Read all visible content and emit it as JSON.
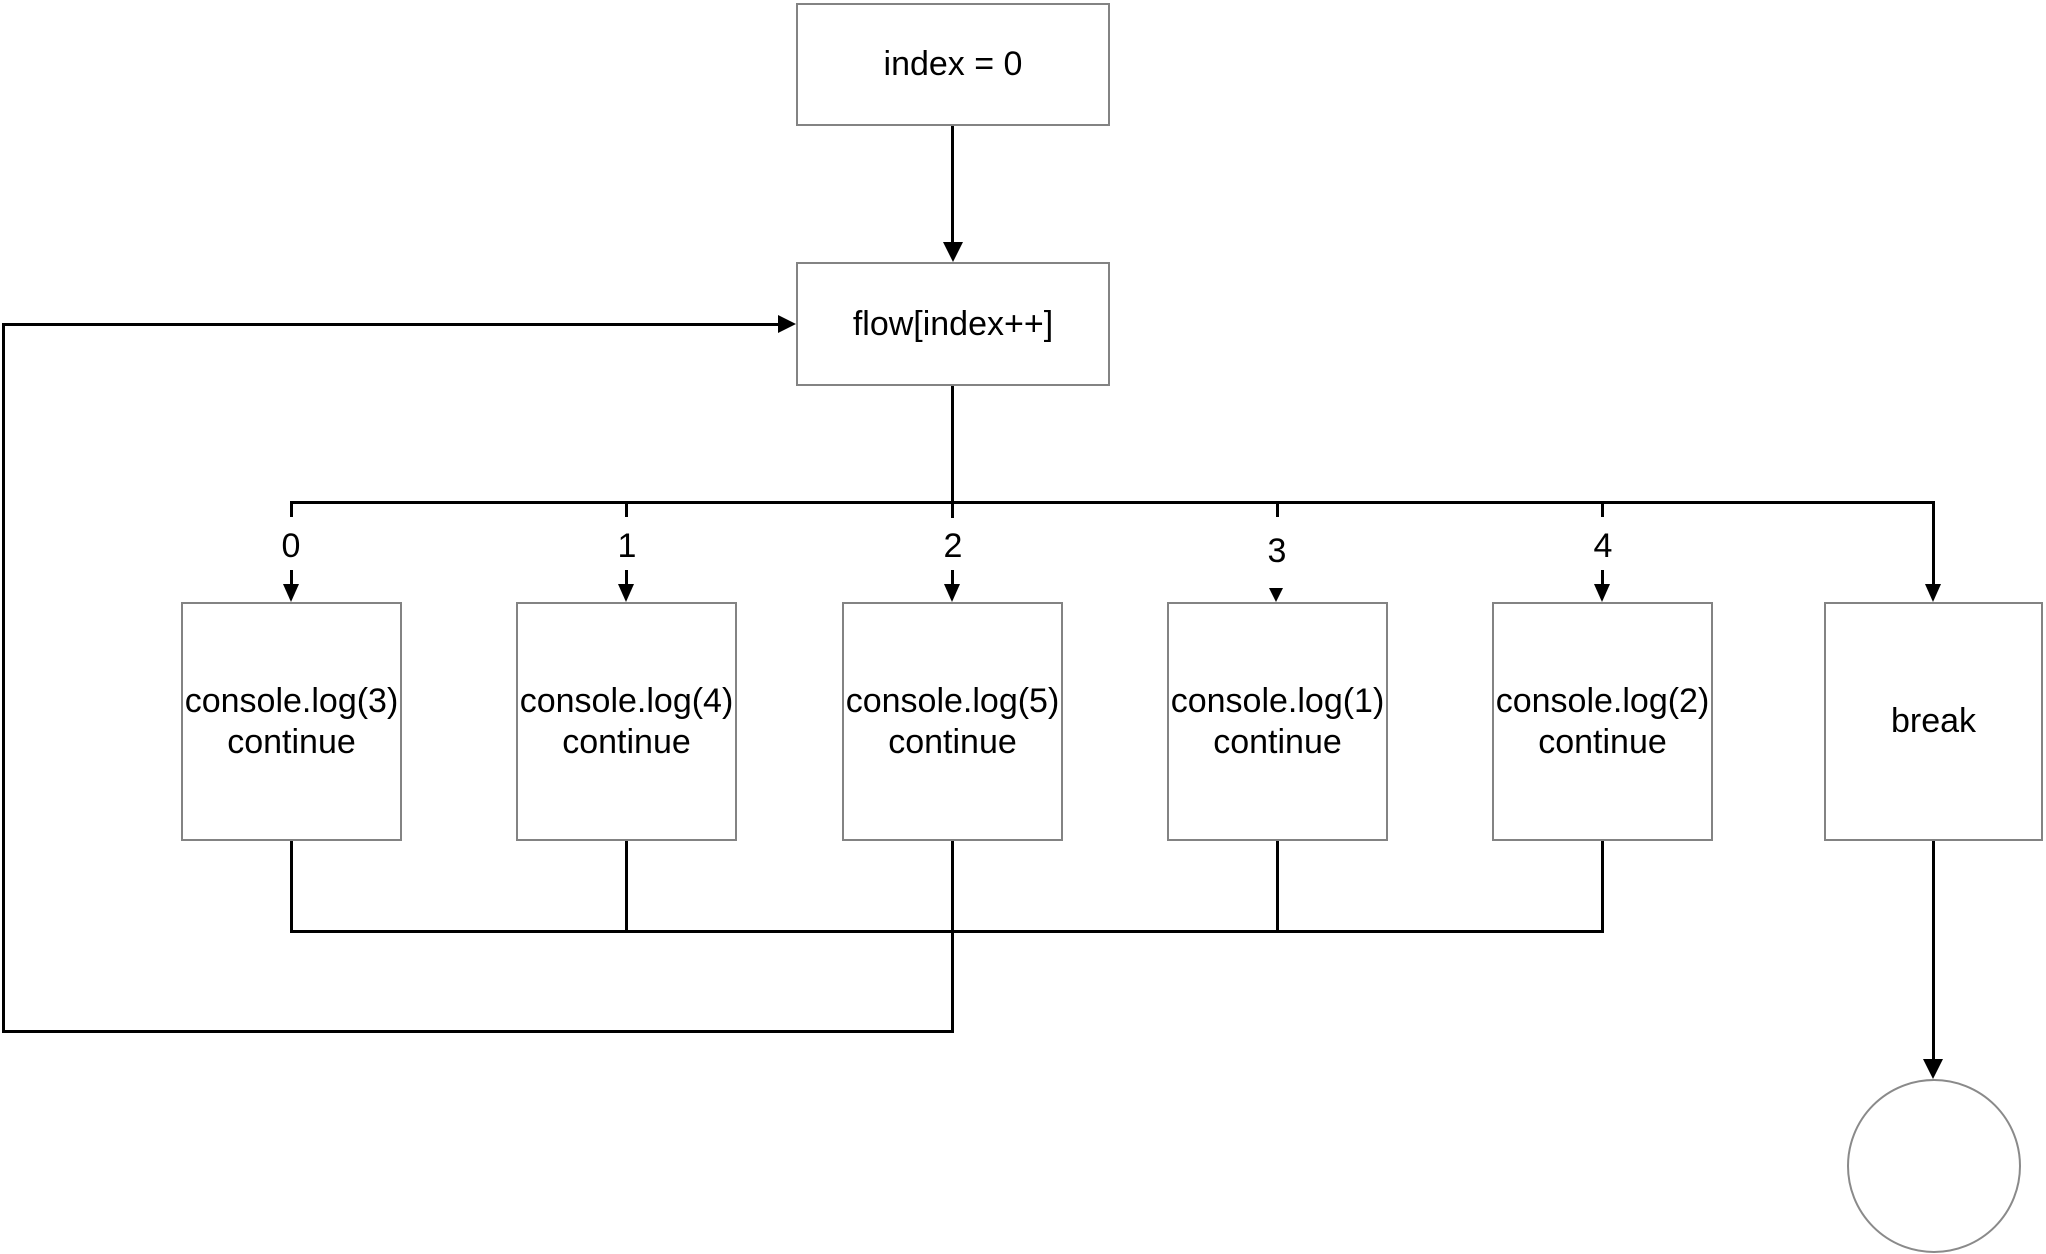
{
  "diagram": {
    "nodes": {
      "start": {
        "label": "index = 0"
      },
      "loop": {
        "label": "flow[index++]"
      },
      "break": {
        "label": "break"
      }
    },
    "branches": [
      {
        "case": "0",
        "line1": "console.log(3)",
        "line2": "continue"
      },
      {
        "case": "1",
        "line1": "console.log(4)",
        "line2": "continue"
      },
      {
        "case": "2",
        "line1": "console.log(5)",
        "line2": "continue"
      },
      {
        "case": "3",
        "line1": "console.log(1)",
        "line2": "continue"
      },
      {
        "case": "4",
        "line1": "console.log(2)",
        "line2": "continue"
      }
    ],
    "end_node": {
      "shape": "circle"
    },
    "colors": {
      "connector": "#000000",
      "box_border": "#838383",
      "text": "#000000",
      "background": "#ffffff"
    }
  }
}
